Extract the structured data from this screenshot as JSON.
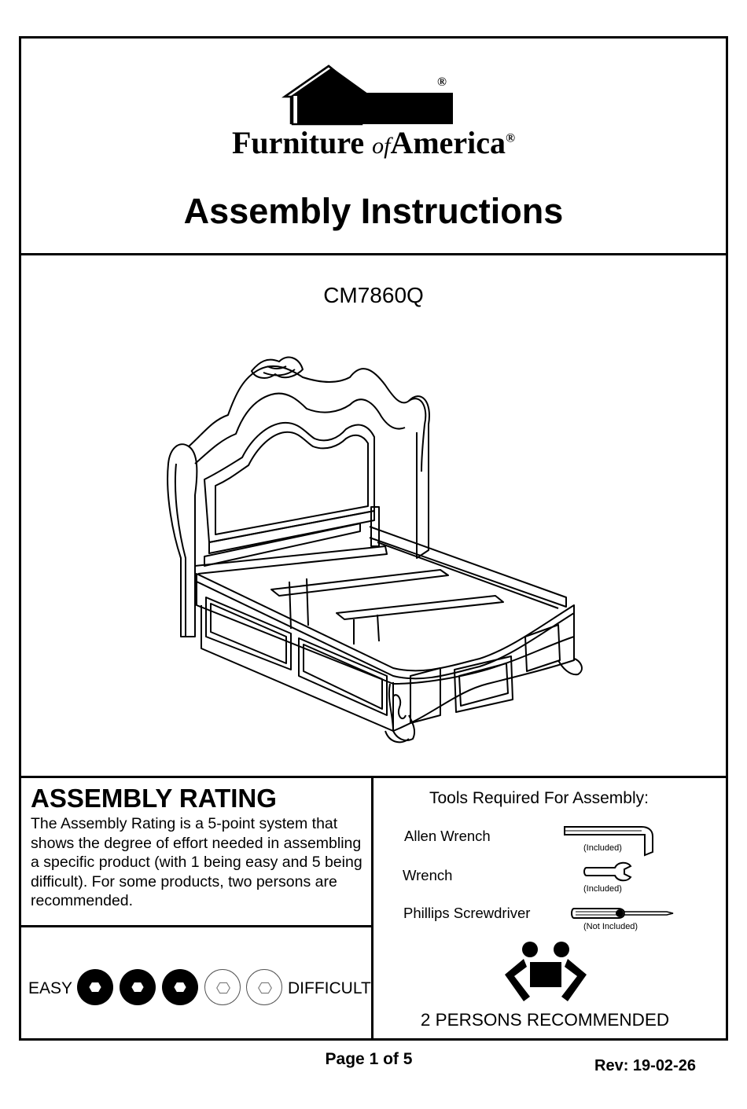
{
  "header": {
    "brand_main": "Furniture",
    "brand_of": "of",
    "brand_end": "America",
    "registered": "®",
    "title": "Assembly  Instructions"
  },
  "product": {
    "model": "CM7860Q"
  },
  "rating": {
    "heading": "ASSEMBLY  RATING",
    "description": "The Assembly Rating is a 5-point system that shows the degree of effort needed in assembling a specific product (with 1 being easy and 5 being difficult).  For some products, two persons are recommended.",
    "easy_label": "EASY",
    "difficult_label": "DIFFICULT",
    "value": 3,
    "max": 5
  },
  "tools": {
    "heading": "Tools Required For Assembly:",
    "items": [
      {
        "name": "Allen Wrench",
        "note": "(Included)",
        "icon": "allen-wrench-icon"
      },
      {
        "name": "Wrench",
        "note": "(Included)",
        "icon": "wrench-icon"
      },
      {
        "name": "Phillips Screwdriver",
        "note": "(Not Included)",
        "icon": "screwdriver-icon"
      }
    ],
    "persons": "2 PERSONS RECOMMENDED"
  },
  "footer": {
    "page": "Page 1 of  5",
    "rev": "Rev: 19-02-26"
  }
}
